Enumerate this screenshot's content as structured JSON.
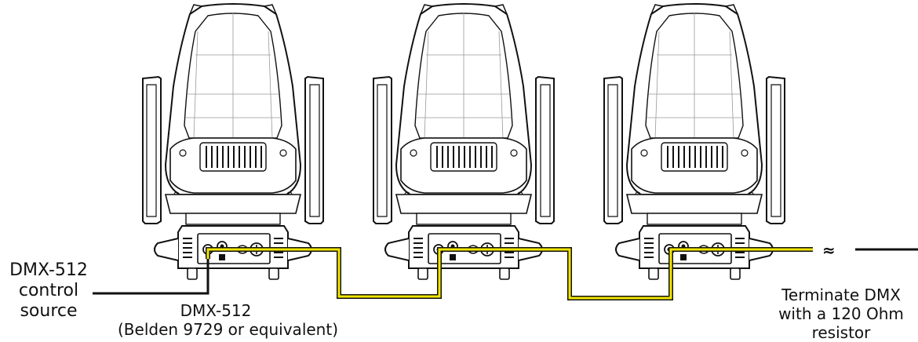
{
  "labels": {
    "control_source": [
      "DMX-512",
      "control",
      "source"
    ],
    "cable": [
      "DMX-512",
      "(Belden 9729 or equivalent)"
    ],
    "terminator": [
      "Terminate DMX",
      "with a 120 Ohm",
      "resistor"
    ],
    "break_symbol": "≈"
  },
  "fixtures": [
    {
      "id": 1
    },
    {
      "id": 2
    },
    {
      "id": 3
    }
  ],
  "colors": {
    "line": "#111111",
    "dmx_cable": "#f2e600",
    "background": "#ffffff"
  }
}
